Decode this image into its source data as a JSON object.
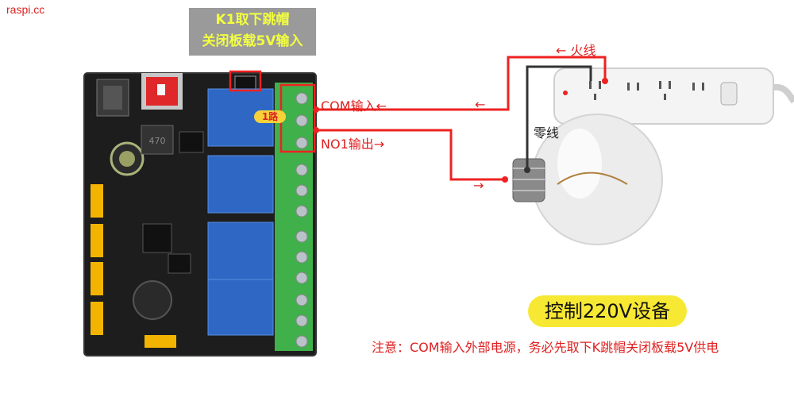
{
  "watermark": "raspi.cc",
  "jumper_note": {
    "line1": "K1取下跳帽",
    "line2": "关闭板载5V输入"
  },
  "route_badge": "1路",
  "labels": {
    "com_input": "COM输入←",
    "no1_output": "NO1输出→",
    "live_wire": "← 火线",
    "neutral_wire": "零线",
    "arrow_left": "←",
    "arrow_right": "→"
  },
  "title_badge": "控制220V设备",
  "footnote": "注意：COM输入外部电源，务必先取下K跳帽关闭板载5V供电",
  "colors": {
    "wire_red": "#ee2222",
    "wire_dark": "#333333",
    "accent": "#f7e833",
    "label_red": "#e02020"
  }
}
